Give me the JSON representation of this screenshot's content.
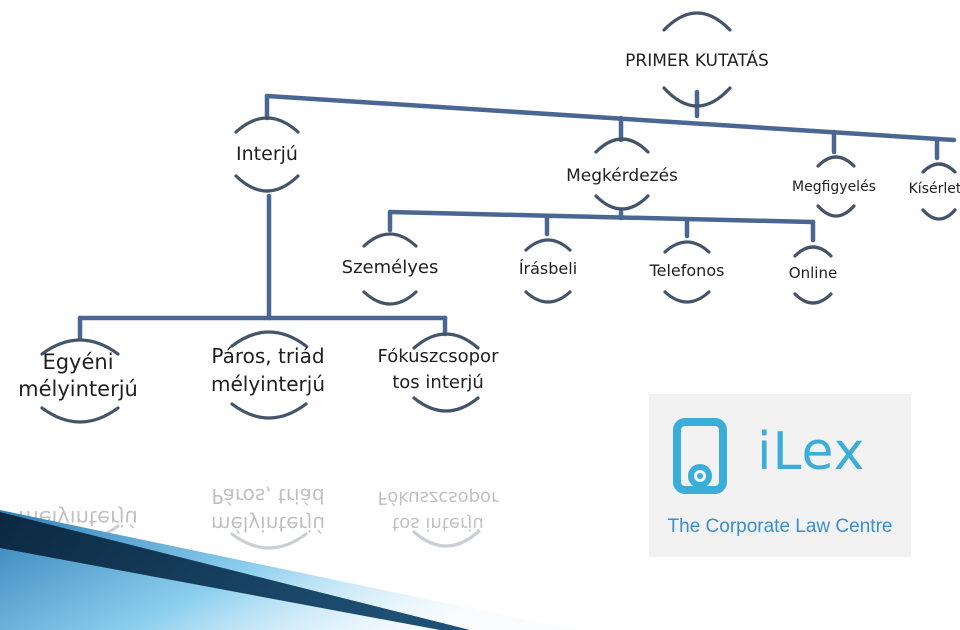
{
  "diagram": {
    "root": "PRIMER KUTATÁS",
    "level1": [
      "Interjú",
      "Megkérdezés",
      "Megfigyelés",
      "Kísérlet"
    ],
    "interju_children": [
      [
        "Egyéni",
        "mélyinterjú"
      ],
      [
        "Páros, triád",
        "mélyinterjú"
      ],
      [
        "Fókuszcsopor",
        "tos interjú"
      ]
    ],
    "megkerdezes_children": [
      "Személyes",
      "Írásbeli",
      "Telefonos",
      "Online"
    ]
  },
  "logo": {
    "brand": "iLex",
    "caption": "The Corporate Law Centre",
    "colors": {
      "brand": "#3aaed8",
      "caption": "#3a8fd0",
      "background": "#f2f2f2"
    }
  },
  "colors": {
    "connector": "#4a6794",
    "arc": "#45546b",
    "decor_dark": "#0b2840",
    "decor_light": "#4fb6e0"
  }
}
